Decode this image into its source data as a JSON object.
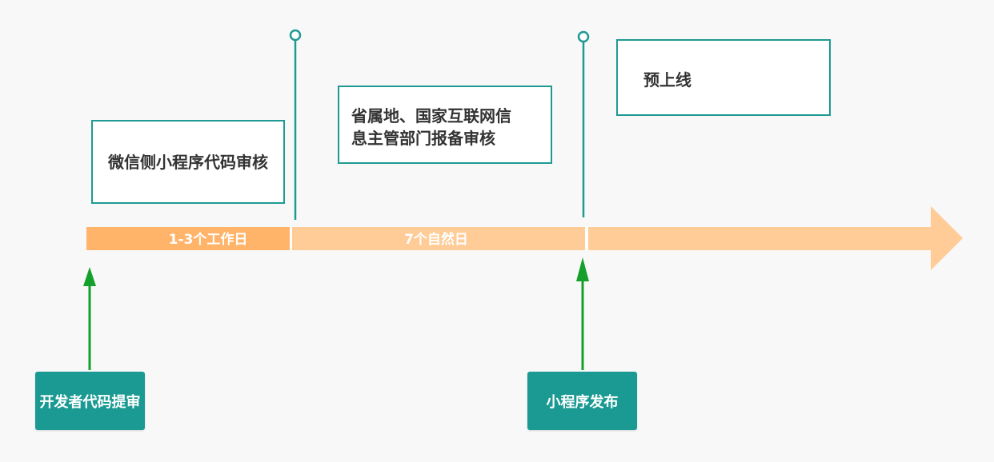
{
  "stages": [
    {
      "label": "微信侧小程序代码审核"
    },
    {
      "label_lines": [
        "省属地、国家互联网信",
        "息主管部门报备审核"
      ]
    },
    {
      "label": "预上线"
    }
  ],
  "timeline": {
    "segments": [
      {
        "label": "1-3个工作日"
      },
      {
        "label": "7个自然日"
      }
    ]
  },
  "actions": [
    {
      "label": "开发者代码提审"
    },
    {
      "label": "小程序发布"
    }
  ],
  "colors": {
    "teal": "#1f9a93",
    "button": "#1a9a92",
    "arrow_green": "#14a02a",
    "bar_dark": "#ffb46a",
    "bar_light": "#ffcb96"
  }
}
